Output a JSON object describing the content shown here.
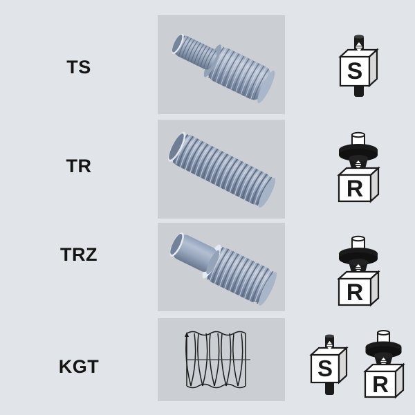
{
  "page": {
    "title": "Screw drive types overview",
    "background_color": "#e1e4e8",
    "panel_color": "#cbcfd4"
  },
  "colors": {
    "background": "#e1e4e8",
    "panel": "#cbcfd4",
    "label_text": "#141414",
    "metal_light": "#b9c3d2",
    "metal_mid": "#8d9cb4",
    "metal_dark": "#6d7d96",
    "metal_face": "#76849b",
    "icon_dark": "#1a1a1a",
    "icon_light": "#ffffff",
    "icon_side": "#d9d9d9",
    "line_art": "#1a1a1a"
  },
  "rows": [
    {
      "label": "TS",
      "image": {
        "name": "stepped-threaded-shaft-render",
        "description": "3D render of a stepped shaft with a fine thread section and a larger coarse thread section",
        "kind": "render"
      },
      "icons": [
        {
          "letter": "S",
          "name": "icon-cube-s-rotating-spindle",
          "type": "spindle-through-cube"
        }
      ]
    },
    {
      "label": "TR",
      "image": {
        "name": "trapezoidal-threaded-rod-render",
        "description": "3D render of a uniform trapezoidal threaded rod",
        "kind": "render"
      },
      "icons": [
        {
          "letter": "R",
          "name": "icon-cube-r-rotating-nut",
          "type": "nut-on-cube"
        }
      ]
    },
    {
      "label": "TRZ",
      "image": {
        "name": "threaded-shaft-with-journal-render",
        "description": "3D render of a threaded shaft with a plain cylindrical journal end",
        "kind": "render"
      },
      "icons": [
        {
          "letter": "R",
          "name": "icon-cube-r-rotating-nut",
          "type": "nut-on-cube"
        }
      ]
    },
    {
      "label": "KGT",
      "image": {
        "name": "ball-screw-thread-line-drawing",
        "description": "Technical line drawing of a ball screw thread profile with centre line",
        "kind": "line-art"
      },
      "icons": [
        {
          "letter": "S",
          "name": "icon-cube-s-rotating-spindle",
          "type": "spindle-through-cube"
        },
        {
          "letter": "R",
          "name": "icon-cube-r-rotating-nut",
          "type": "nut-on-cube"
        }
      ]
    }
  ]
}
